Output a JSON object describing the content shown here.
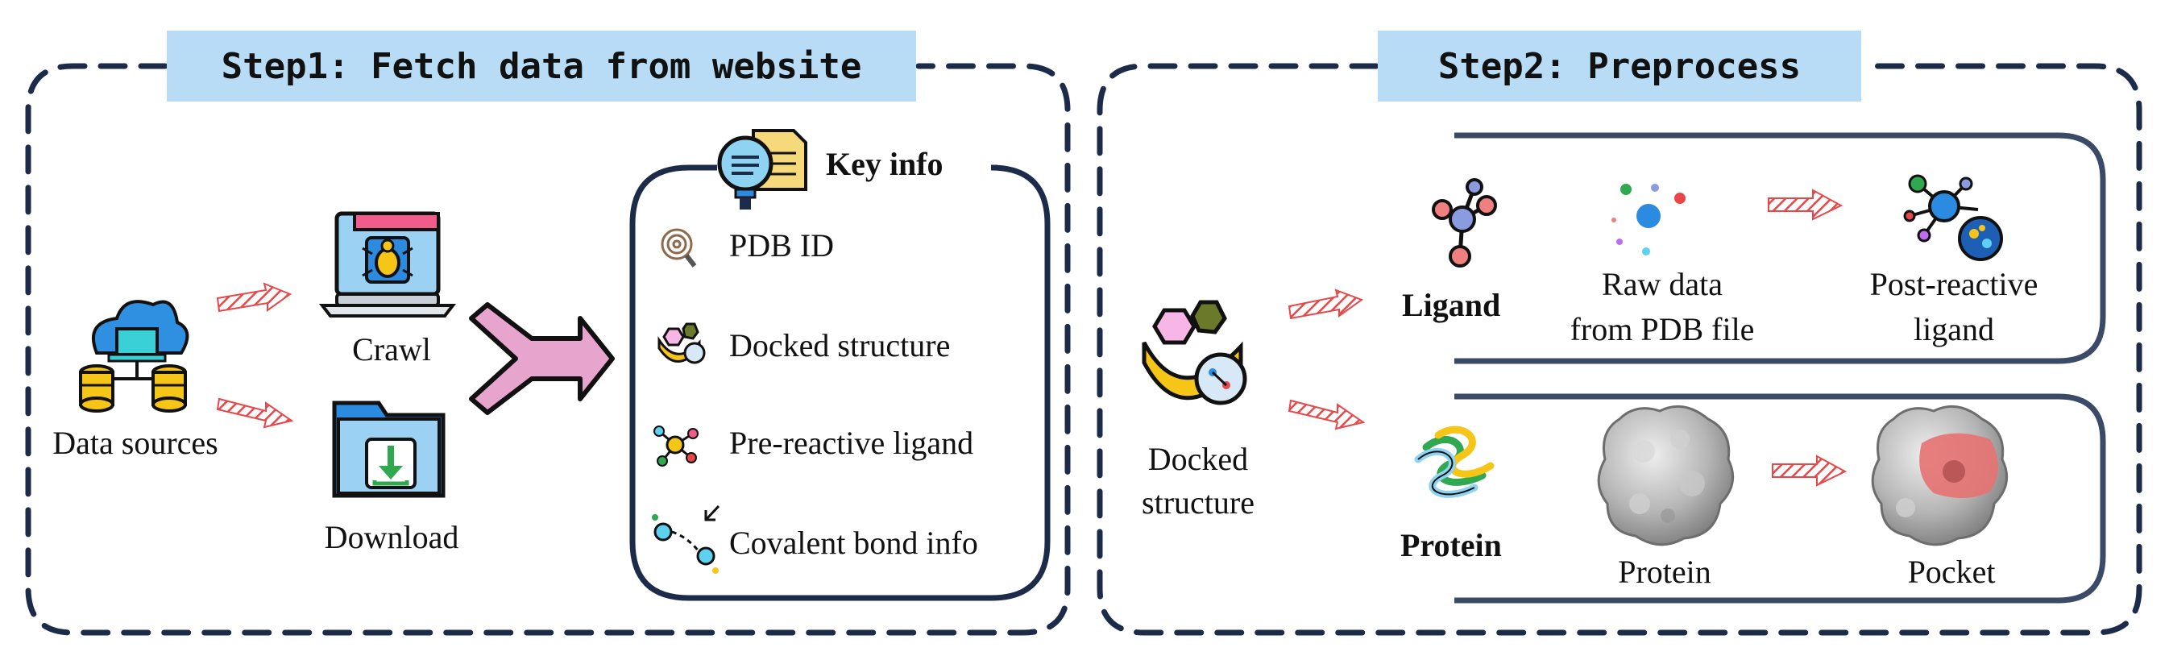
{
  "step1": {
    "title": "Step1: Fetch data from website",
    "data_sources": "Data sources",
    "crawl": "Crawl",
    "download": "Download",
    "key_info": {
      "title": "Key info",
      "items": [
        "PDB ID",
        "Docked structure",
        "Pre-reactive ligand",
        "Covalent bond info"
      ]
    }
  },
  "step2": {
    "title": "Step2: Preprocess",
    "docked_structure": "Docked\nstructure",
    "ligand_row": {
      "label": "Ligand",
      "raw": "Raw data\nfrom PDB file",
      "post": "Post-reactive\nligand"
    },
    "protein_row": {
      "label": "Protein",
      "protein": "Protein",
      "pocket": "Pocket"
    }
  },
  "colors": {
    "frame": "#1c2b4a",
    "title_bg": "#b8dcf5",
    "arrow_red": "#e8474a",
    "merge_arrow_fill": "#e7a4cd",
    "pocket_red": "#e57272"
  }
}
